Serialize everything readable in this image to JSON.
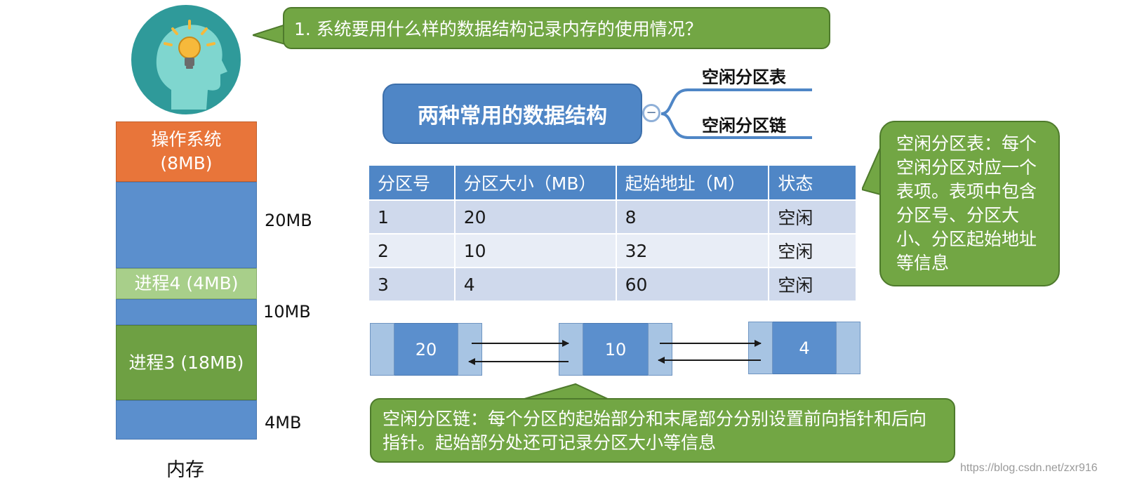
{
  "question": "1. 系统要用什么样的数据结构记录内存的使用情况？",
  "memory": {
    "os_name": "操作系统",
    "os_size": "(8MB)",
    "proc4": "进程4 (4MB)",
    "proc3": "进程3 (18MB)",
    "label": "内存",
    "free_sizes": [
      "20MB",
      "10MB",
      "4MB"
    ]
  },
  "mindmap": {
    "center": "两种常用的数据结构",
    "collapse_symbol": "−",
    "leaves": [
      "空闲分区表",
      "空闲分区链"
    ]
  },
  "table": {
    "headers": [
      "分区号",
      "分区大小（MB）",
      "起始地址（M）",
      "状态"
    ],
    "rows": [
      [
        "1",
        "20",
        "8",
        "空闲"
      ],
      [
        "2",
        "10",
        "32",
        "空闲"
      ],
      [
        "3",
        "4",
        "60",
        "空闲"
      ]
    ]
  },
  "table_note": "空闲分区表：每个空闲分区对应一个表项。表项中包含分区号、分区大小、分区起始地址等信息",
  "chain": {
    "nodes": [
      "20",
      "10",
      "4"
    ]
  },
  "chain_note": "空闲分区链：每个分区的起始部分和末尾部分分别设置前向指针和后向指针。起始部分处还可记录分区大小等信息",
  "watermark": "https://blog.csdn.net/zxr916",
  "colors": {
    "blue": "#4f86c6",
    "green": "#72a644",
    "orange": "#e8753a",
    "light_green": "#a8cf8a"
  }
}
